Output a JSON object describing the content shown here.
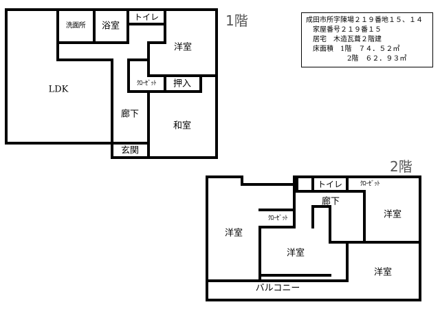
{
  "info": {
    "address": "成田市所字陳場２１９番地１５、１４",
    "house_number": "家屋番号２１９番１５",
    "structure": "居宅　木造瓦葺２階建",
    "floor_area_1": "床面積　1階　７４．５２㎡",
    "floor_area_2": "2階　６２．９３㎡"
  },
  "floor1": {
    "title": "1階",
    "rooms": {
      "ldk": "LDK",
      "washroom": "洗面所",
      "bath": "浴室",
      "toilet": "トイレ",
      "western_room": "洋室",
      "closet": "ｸﾛｰｾﾞｯﾄ",
      "oshiire": "押入",
      "hallway": "廊下",
      "japanese_room": "和室",
      "entrance": "玄関"
    }
  },
  "floor2": {
    "title": "2階",
    "rooms": {
      "toilet": "トイレ",
      "closet_right": "ｸﾛｰｾﾞｯﾄ",
      "hallway": "廊下",
      "closet_left": "ｸﾛｰｾﾞｯﾄ",
      "western_room_left": "洋室",
      "western_room_middle": "洋室",
      "western_room_top_right": "洋室",
      "western_room_bottom_right": "洋室",
      "balcony": "バルコニー"
    }
  },
  "colors": {
    "wall": "#000000",
    "background": "#ffffff",
    "floor_title": "#555555"
  }
}
